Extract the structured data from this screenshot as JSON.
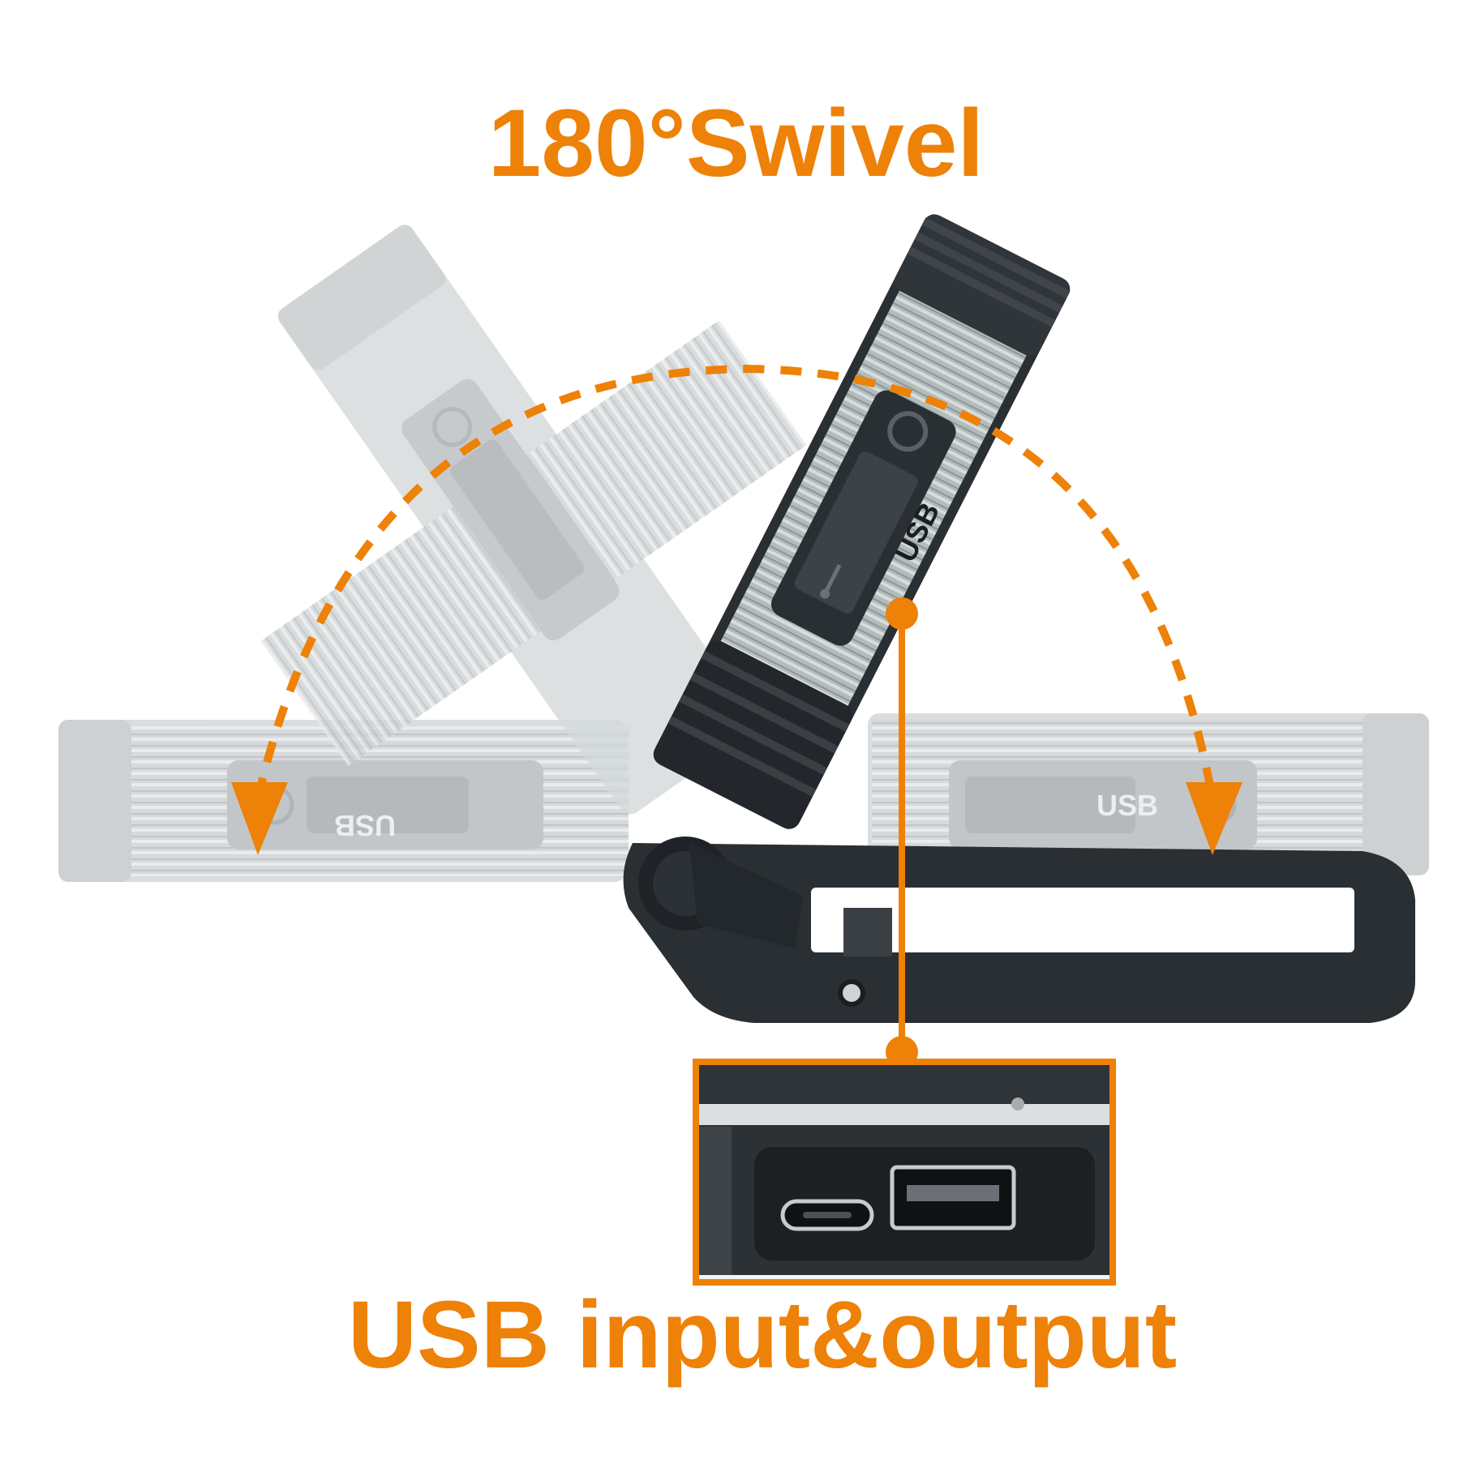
{
  "colors": {
    "accent": "#ee8107",
    "housing": "#2a2f33",
    "ghost": "#c9cdcf",
    "ghost_dark": "#a9adb0",
    "aluminum": "#a9b4b4"
  },
  "headline_top": "180°Swivel",
  "headline_bottom": "USB input&output",
  "port_label": "USB",
  "icons": [
    "usb-icon",
    "power-button-icon",
    "usb-c-port-icon",
    "usb-a-port-icon",
    "swivel-arc-arrow-icon"
  ]
}
